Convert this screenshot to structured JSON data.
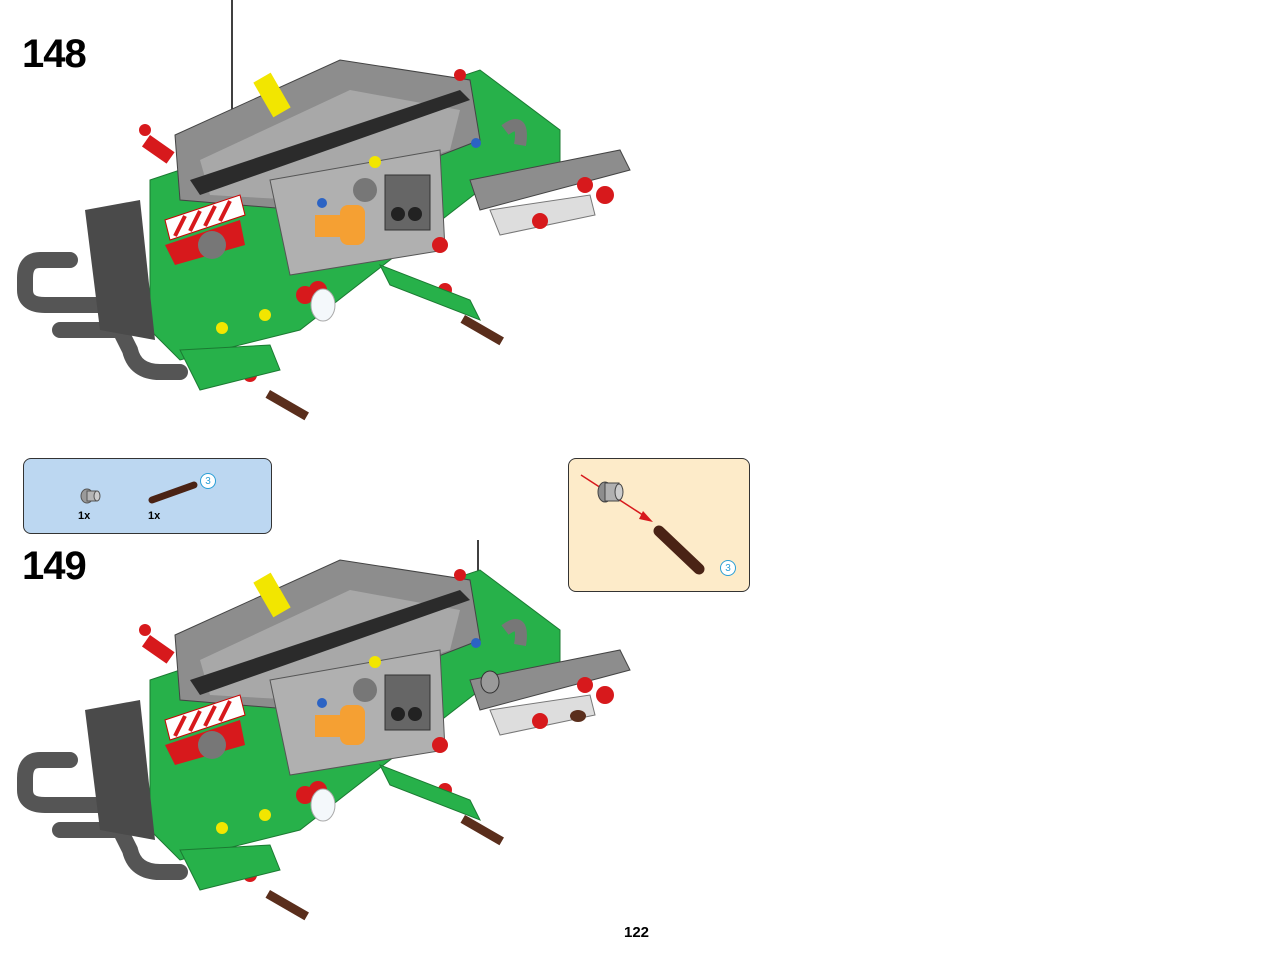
{
  "steps": [
    {
      "number": "148"
    },
    {
      "number": "149"
    }
  ],
  "parts_list": [
    {
      "part": "gray-bush-icon",
      "qty": "1x"
    },
    {
      "part": "brown-axle-3-icon",
      "qty": "1x",
      "length_label": "3"
    }
  ],
  "callout": {
    "axle_length_label": "3"
  },
  "page_number": "122",
  "colors": {
    "frame_green": "#27b14a",
    "body_gray": "#9a9a9a",
    "dark_gray": "#555555",
    "red": "#d7191c",
    "orange": "#f5a033",
    "yellow": "#f2e600",
    "brown": "#5a2e1c",
    "parts_bg": "#bcd7f1",
    "callout_bg": "#fdebc9"
  }
}
